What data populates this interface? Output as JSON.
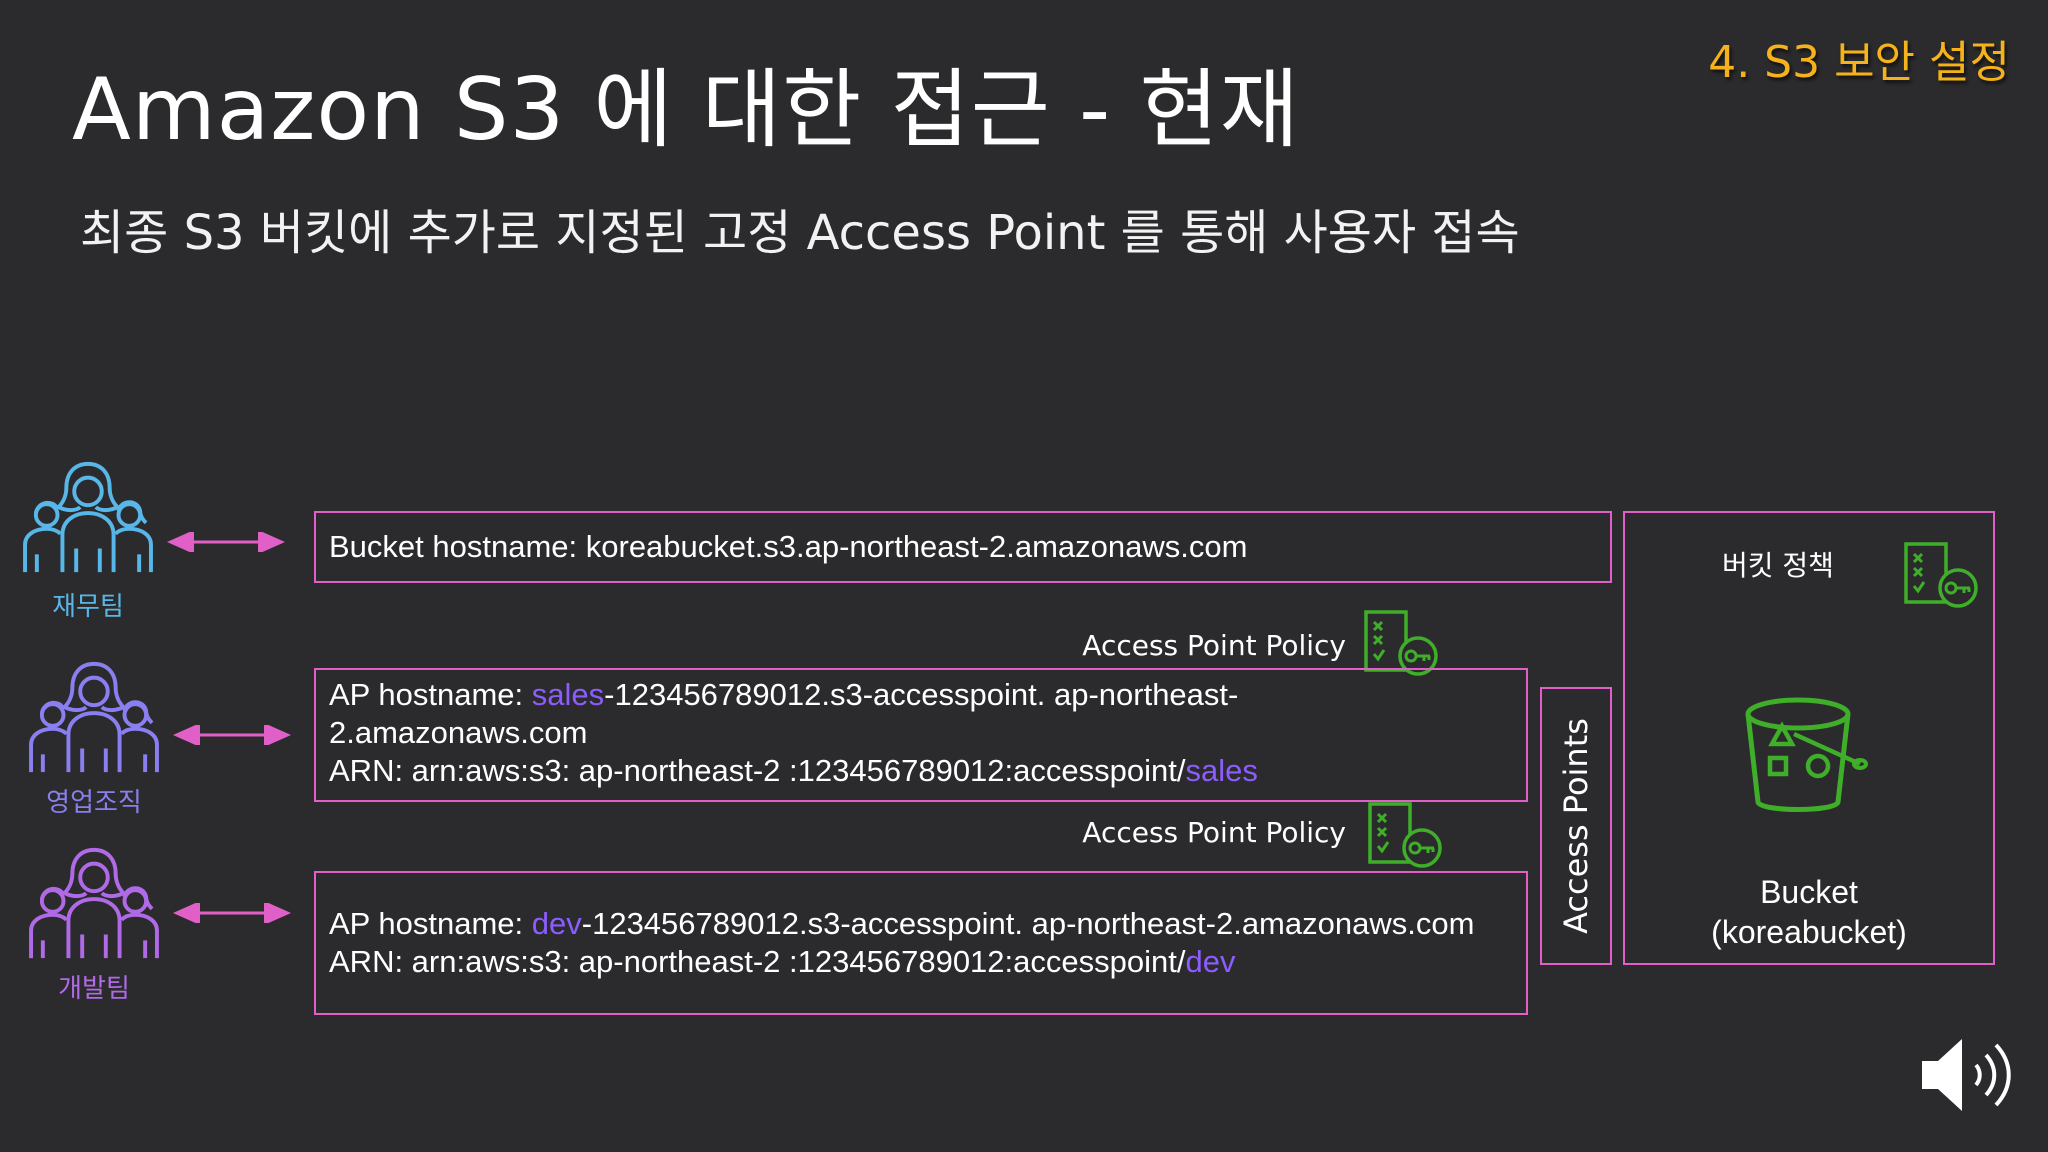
{
  "section_tag": "4. S3 보안 설정",
  "title": "Amazon S3 에 대한 접근 - 현재",
  "subtitle": "최종 S3 버킷에 추가로 지정된 고정 Access Point 를 통해 사용자 접속",
  "colors": {
    "background": "#2b2b2d",
    "section_tag": "#f6b21a",
    "box_border": "#e060c8",
    "arrow": "#e060c8",
    "highlight": "#8c5cff",
    "policy_icon": "#3fae29",
    "finance_icon": "#58b7e8",
    "sales_icon": "#8a7ff0",
    "dev_icon": "#b06ae8"
  },
  "groups": [
    {
      "label": "재무팀",
      "icon": "people-group-icon"
    },
    {
      "label": "영업조직",
      "icon": "people-group-icon"
    },
    {
      "label": "개발팀",
      "icon": "people-group-icon"
    }
  ],
  "bucket_row": {
    "prefix": "Bucket hostname: ",
    "hostname": "koreabucket.s3.ap-northeast-2.amazonaws.com"
  },
  "sales_row": {
    "policy_label": "Access Point Policy",
    "host_prefix": "AP hostname: ",
    "host_highlight": "sales",
    "host_rest_line1": "-123456789012.s3-accesspoint. ap-northeast-",
    "host_rest_line2": "2.amazonaws.com",
    "arn_prefix": "ARN: arn:aws:s3: ap-northeast-2 :123456789012:accesspoint/",
    "arn_highlight": "sales"
  },
  "dev_row": {
    "policy_label": "Access Point Policy",
    "host_prefix": "AP hostname: ",
    "host_highlight": "dev",
    "host_rest": "-123456789012.s3-accesspoint. ap-northeast-2.amazonaws.com",
    "arn_prefix": "ARN: arn:aws:s3: ap-northeast-2 :123456789012:accesspoint/",
    "arn_highlight": "dev"
  },
  "access_points_label": "Access Points",
  "bucket_panel": {
    "policy_label": "버킷 정책",
    "bucket_title": "Bucket",
    "bucket_name": "(koreabucket)",
    "bucket_icon": "s3-bucket-icon"
  },
  "speaker_icon": "speaker-volume-icon"
}
